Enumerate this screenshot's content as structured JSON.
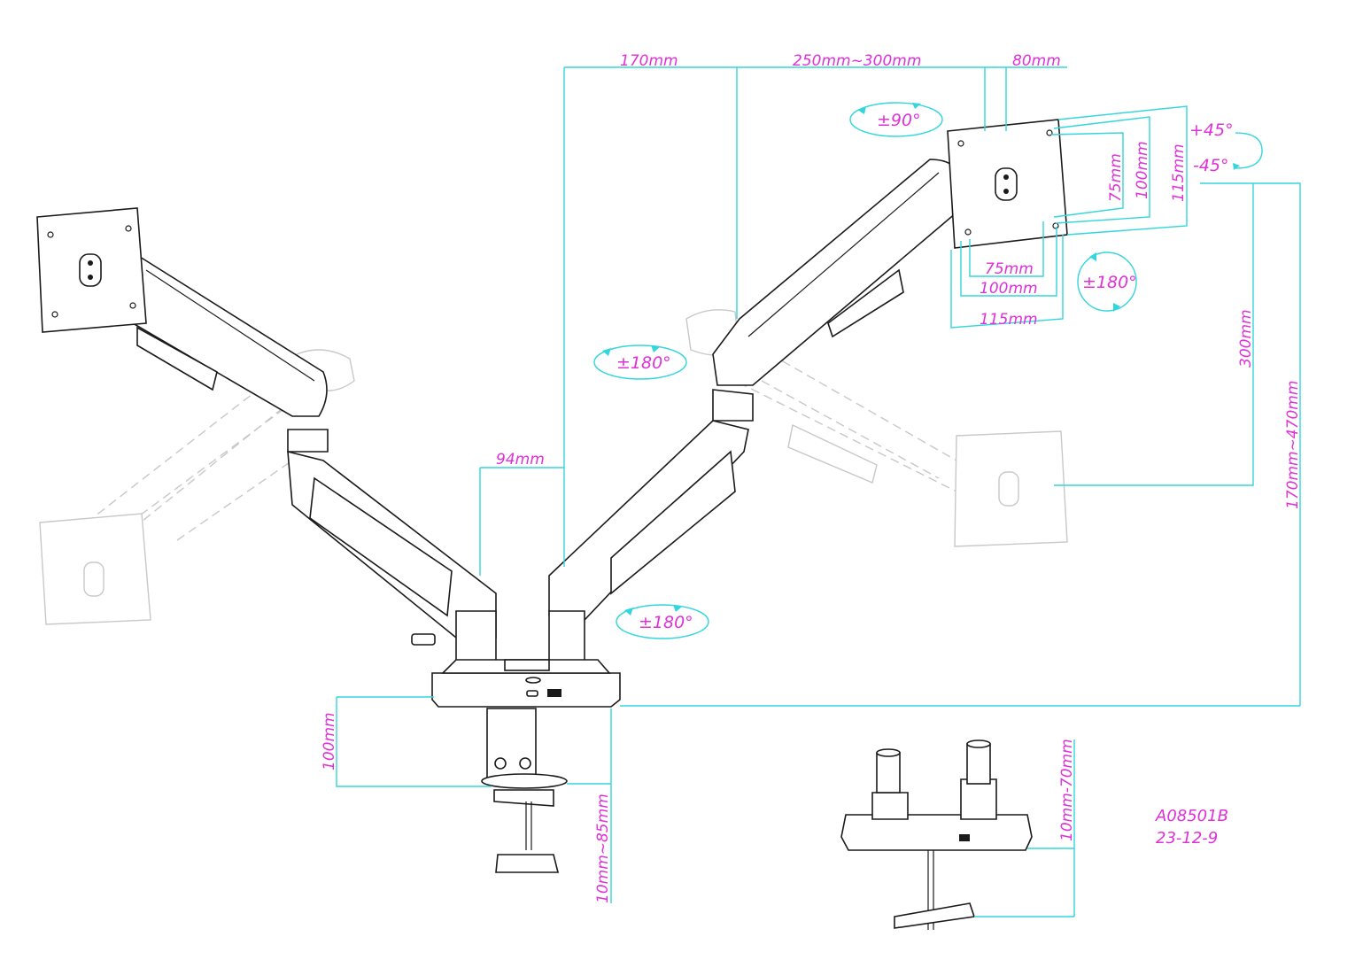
{
  "dimensions": {
    "arm_offset_170": "170mm",
    "arm_length_250_300": "250mm~300mm",
    "head_80": "80mm",
    "column_gap_94": "94mm",
    "vesa_75_vertical": "75mm",
    "vesa_100_vertical": "100mm",
    "vesa_115_vertical": "115mm",
    "vesa_75_horizontal": "75mm",
    "vesa_100_horizontal": "100mm",
    "vesa_115_horizontal": "115mm",
    "height_travel_300": "300mm",
    "total_height_range": "170mm~470mm",
    "clamp_depth_100": "100mm",
    "clamp_desk_thickness": "10mm~85mm",
    "grommet_desk_thickness": "10mm-70mm"
  },
  "rotations": {
    "swivel_head": "±90°",
    "rotation_monitor": "±180°",
    "elbow_swivel": "±180°",
    "base_swivel": "±180°",
    "tilt_up": "+45°",
    "tilt_down": "-45°"
  },
  "model": {
    "code": "A08501B",
    "date": "23-12-9"
  },
  "colors": {
    "dimension_lines": "#33d6dc",
    "dimension_text": "#e030d8",
    "line_art": "#1a1a1a",
    "ghost_line_art": "#c8c8c8"
  }
}
